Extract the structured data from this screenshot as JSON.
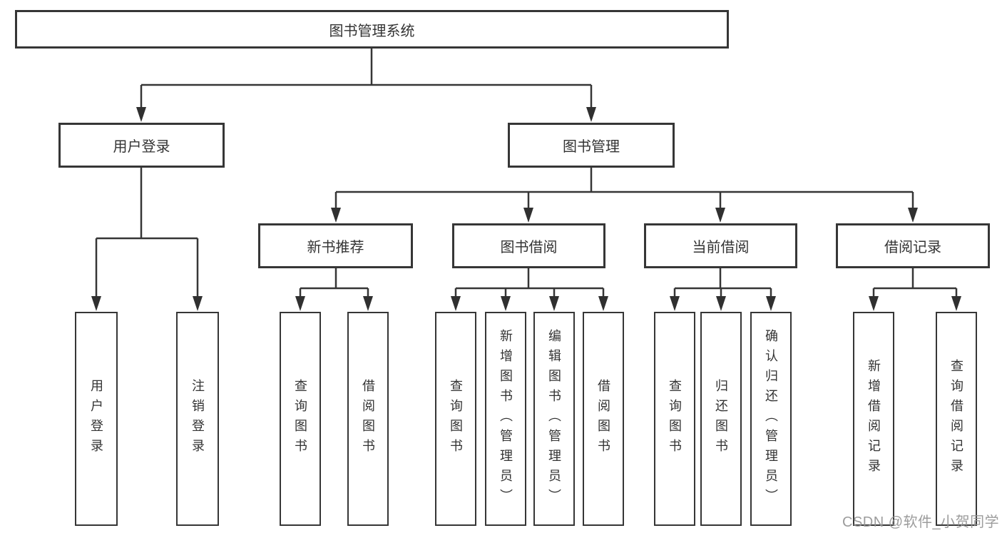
{
  "tree": {
    "root": {
      "label": "图书管理系统"
    },
    "branches": [
      {
        "label": "用户登录",
        "leaves": [
          {
            "label": "用户登录"
          },
          {
            "label": "注销登录"
          }
        ]
      },
      {
        "label": "图书管理",
        "groups": [
          {
            "label": "新书推荐",
            "leaves": [
              {
                "label": "查询图书"
              },
              {
                "label": "借阅图书"
              }
            ]
          },
          {
            "label": "图书借阅",
            "leaves": [
              {
                "label": "查询图书"
              },
              {
                "label": "新增图书（管理员）"
              },
              {
                "label": "编辑图书（管理员）"
              },
              {
                "label": "借阅图书"
              }
            ]
          },
          {
            "label": "当前借阅",
            "leaves": [
              {
                "label": "查询图书"
              },
              {
                "label": "归还图书"
              },
              {
                "label": "确认归还（管理员）"
              }
            ]
          },
          {
            "label": "借阅记录",
            "leaves": [
              {
                "label": "新增借阅记录"
              },
              {
                "label": "查询借阅记录"
              }
            ]
          }
        ]
      }
    ]
  },
  "watermark": "CSDN @软件_小贺同学",
  "colors": {
    "line": "#363636",
    "text": "#333333",
    "watermark": "#949494",
    "background": "#ffffff"
  }
}
